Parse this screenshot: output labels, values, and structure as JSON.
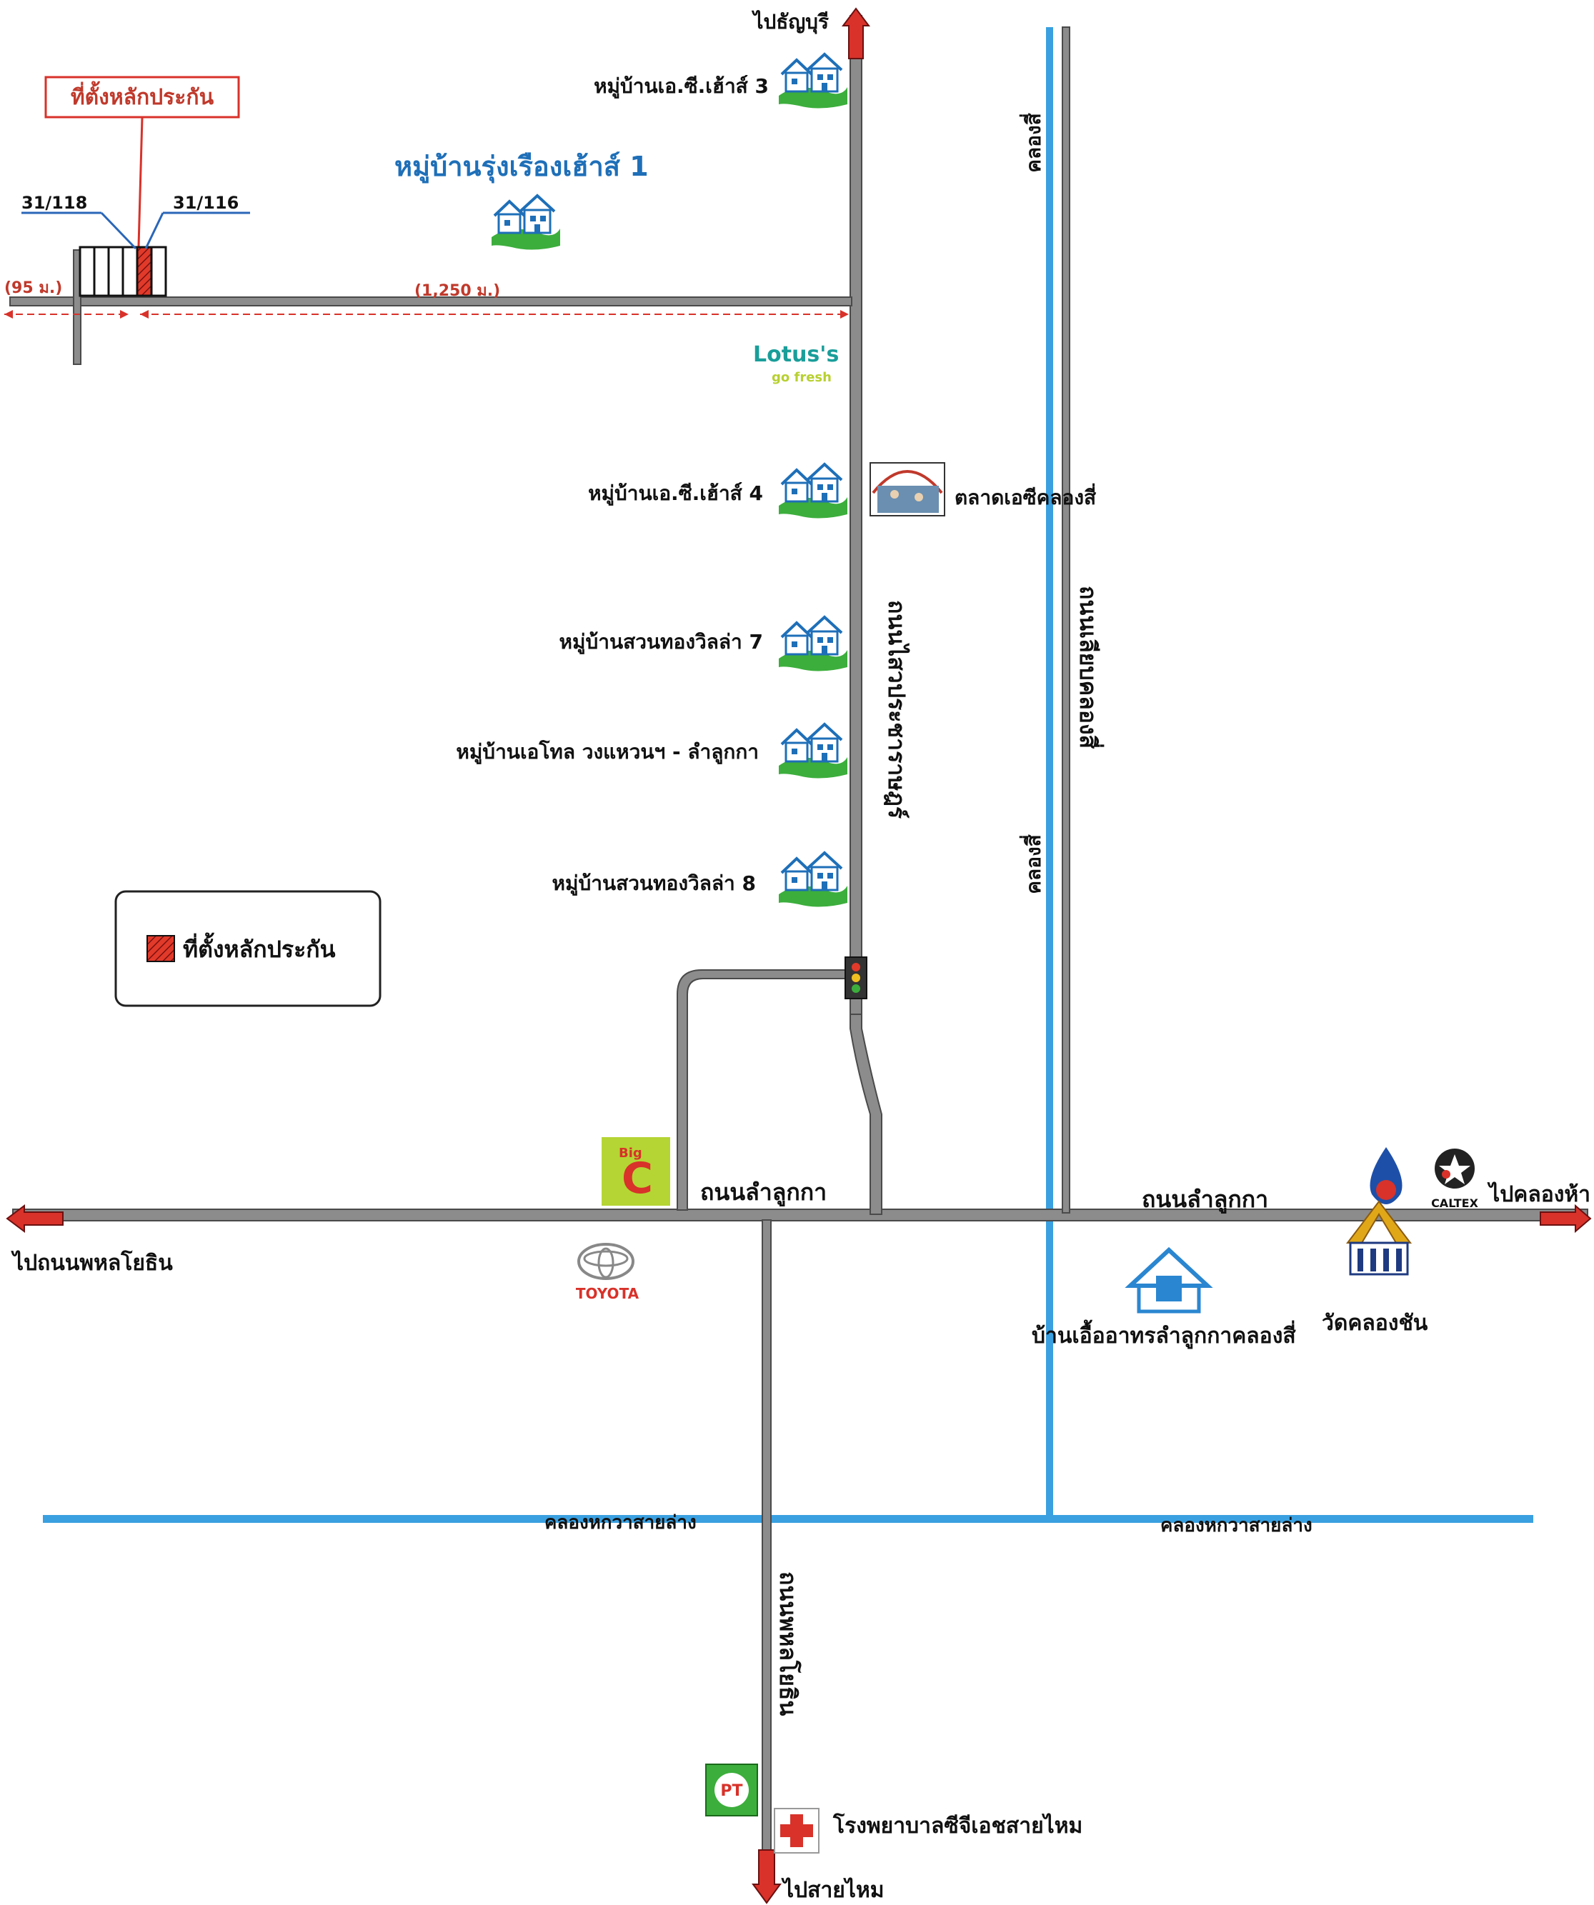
{
  "map": {
    "destinations": {
      "north": "ไปธัญบุรี",
      "east": "ไปคลองห้า",
      "west": "ไปถนนพหลโยธิน",
      "south": "ไปสายไหม"
    },
    "collateral": {
      "callout": "ที่ตั้งหลักประกัน",
      "plot_left": "31/118",
      "plot_right": "31/116",
      "dist_short": "(95 ม.)",
      "dist_long": "(1,250 ม.)"
    },
    "roads": {
      "lam_luk_ka_1": "ถนนลำลูกกา",
      "lam_luk_ka_2": "ถนนลำลูกกา",
      "sai_luat": "ถนนไสวประชาราษฎร์",
      "liap_khlong_si": "ถนนเลียบคลองสี่",
      "phahonyothin_south": "ถนนพหลโยธิน"
    },
    "canals": {
      "khlong_si_1": "คลองสี่",
      "khlong_si_2": "คลองสี่",
      "khlong_hok_1": "คลองหกวาสายล่าง",
      "khlong_hok_2": "คลองหกวาสายล่าง"
    },
    "places": {
      "village_ac3": "หมู่บ้านเอ.ซี.เฮ้าส์ 3",
      "village_rung_rueang": "หมู่บ้านรุ่งเรืองเฮ้าส์ 1",
      "village_ac4": "หมู่บ้านเอ.ซี.เฮ้าส์ 4",
      "village_suan_thong7": "หมู่บ้านสวนทองวิลล่า 7",
      "village_ehol": "หมู่บ้านเอโทล วงแหวนฯ - ลำลูกกา",
      "village_suan_thong8": "หมู่บ้านสวนทองวิลล่า 8",
      "market": "ตลาดเอซีคลองสี่",
      "housing": "บ้านเอื้ออาทรลำลูกกาคลองสี่",
      "temple": "วัดคลองชัน",
      "hospital": "โรงพยาบาลซีจีเอชสายไหม"
    },
    "brands": {
      "lotus": "Lotus's",
      "lotus_sub": "go fresh",
      "bigc_top": "Big",
      "bigc_letter": "C",
      "toyota": "TOYOTA",
      "caltex": "CALTEX",
      "pt": "PT"
    },
    "legend": {
      "label": "ที่ตั้งหลักประกัน"
    },
    "colors": {
      "road": "#8c8c8c",
      "canal": "#3aa0e0",
      "arrow": "#d8322a",
      "collateral": "#d8322a",
      "village_text_blue": "#1e6fb8"
    }
  }
}
